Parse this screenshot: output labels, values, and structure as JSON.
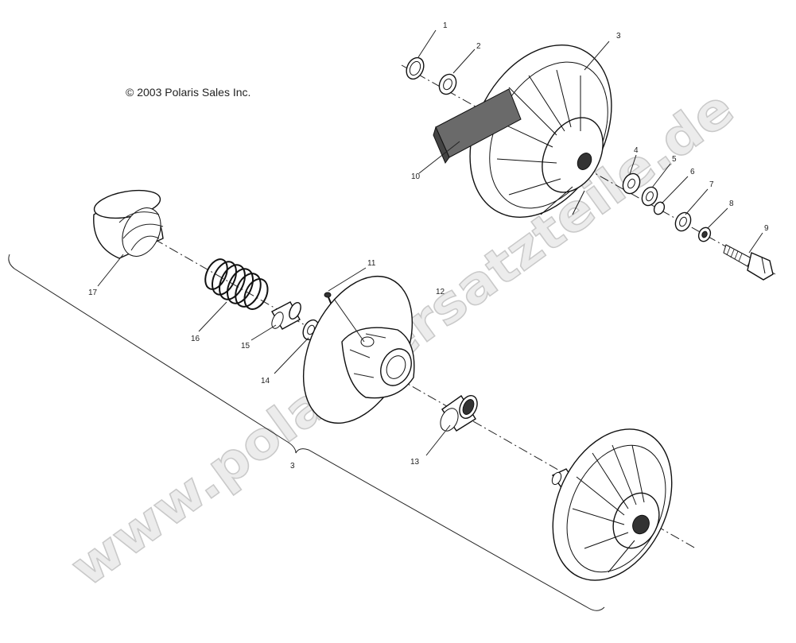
{
  "copyright": "© 2003 Polaris Sales Inc.",
  "watermark": "www.polarisersatzteile.de",
  "callouts": {
    "c1": "1",
    "c2": "2",
    "c3_top": "3",
    "c4": "4",
    "c5": "5",
    "c6": "6",
    "c7": "7",
    "c8": "8",
    "c9": "9",
    "c10": "10",
    "c11": "11",
    "c12": "12",
    "c13": "13",
    "c14": "14",
    "c15": "15",
    "c16": "16",
    "c17": "17",
    "c3_bracket": "3"
  }
}
